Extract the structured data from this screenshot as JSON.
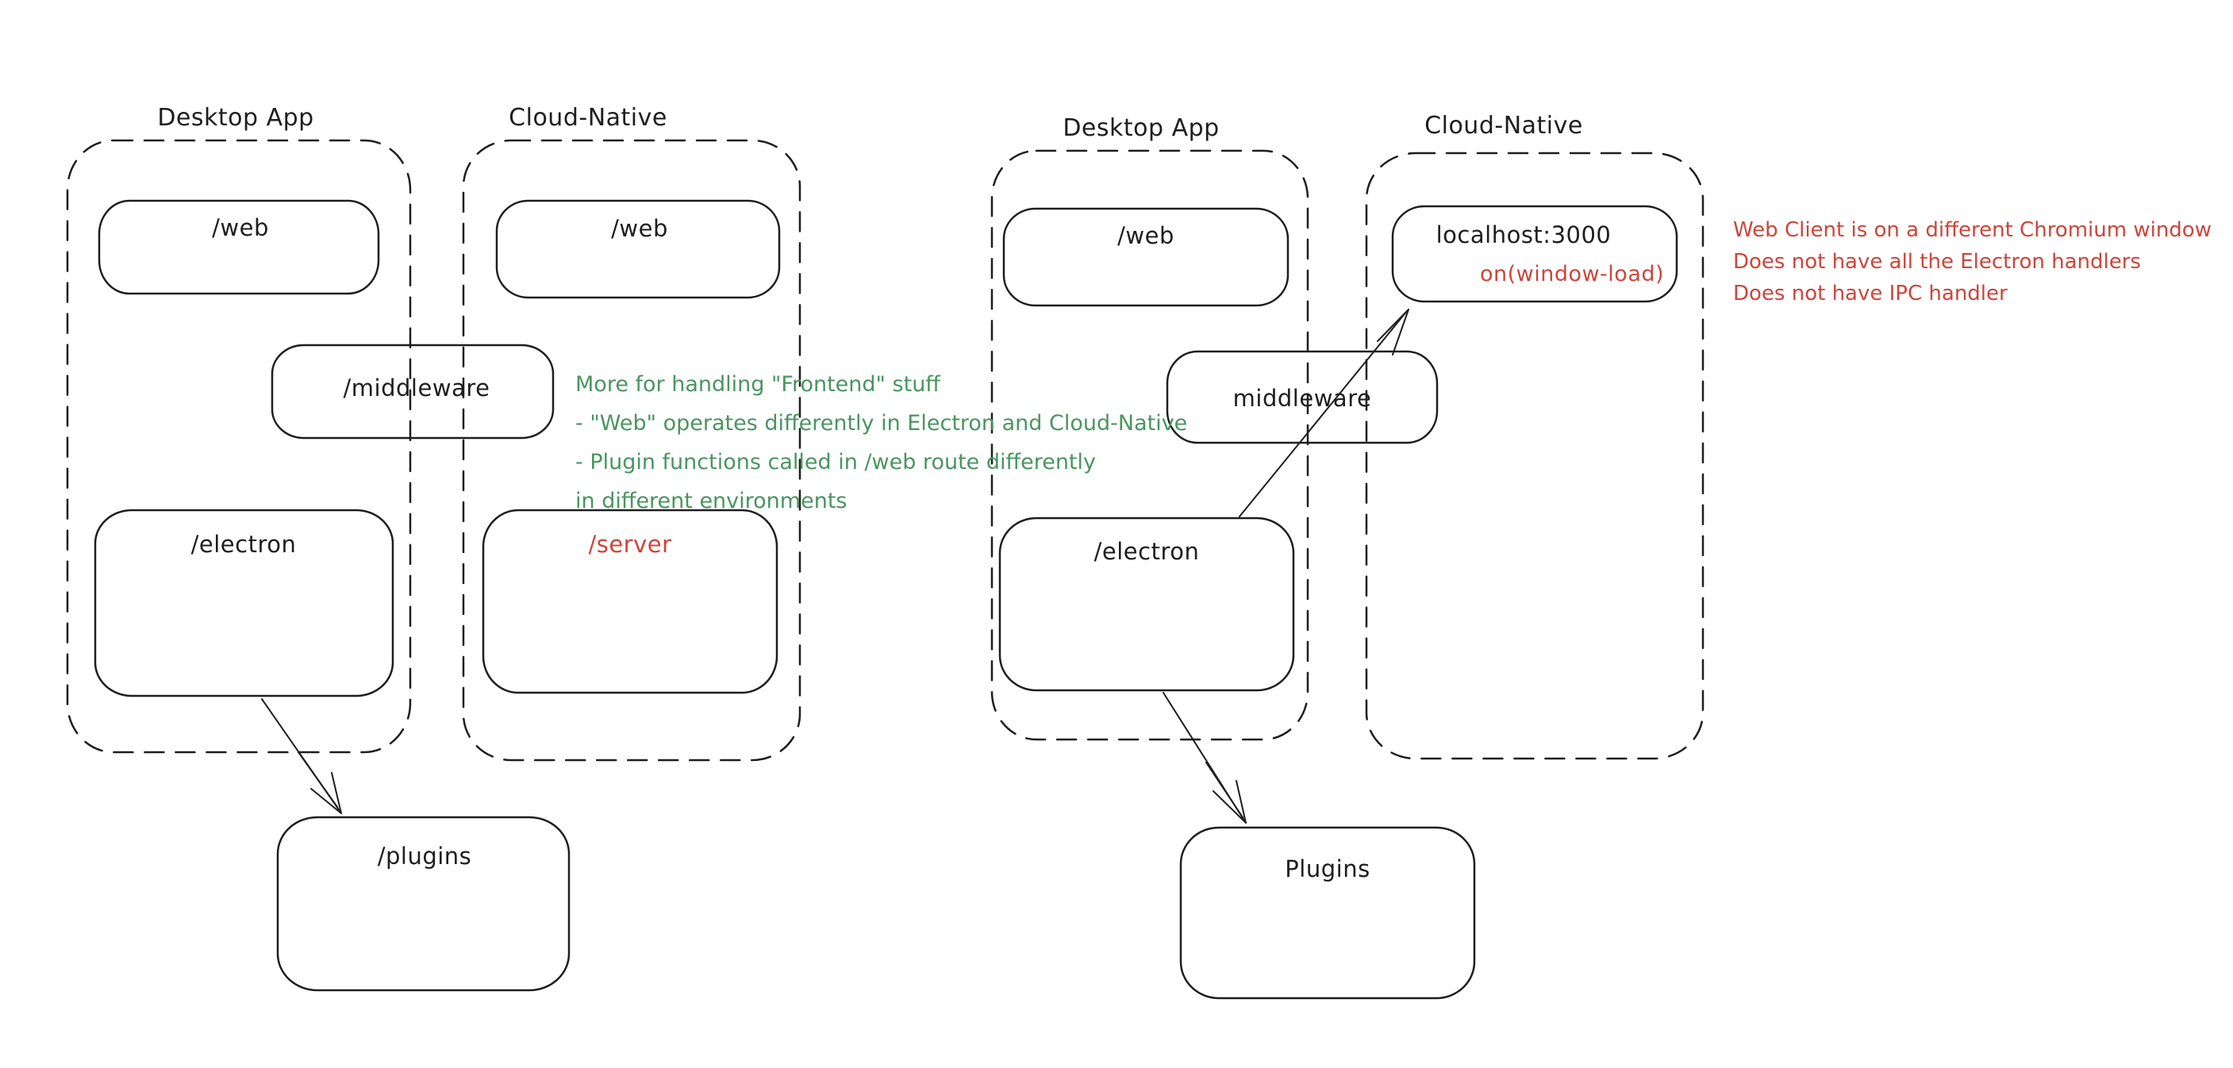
{
  "colors": {
    "ink": "#1e1e1e",
    "red": "#cd453b",
    "green": "#4a9560",
    "background": "#ffffff"
  },
  "left": {
    "desktop_label": "Desktop App",
    "cloud_label": "Cloud-Native",
    "boxes": {
      "web_desktop": "/web",
      "web_cloud": "/web",
      "middleware": "/middleware",
      "electron": "/electron",
      "server": "/server",
      "plugins": "/plugins"
    },
    "note": [
      "More for handling \"Frontend\" stuff",
      "- \"Web\" operates differently in Electron and Cloud-Native",
      "- Plugin functions called in /web route differently",
      "in different environments"
    ]
  },
  "right": {
    "desktop_label": "Desktop App",
    "cloud_label": "Cloud-Native",
    "boxes": {
      "web_desktop": "/web",
      "middleware": "middleware",
      "electron": "/electron",
      "localhost_title": "localhost:3000",
      "localhost_event": "on(window-load)",
      "plugins": "Plugins"
    },
    "note": [
      "Web Client is on a different Chromium window",
      "Does not have all the Electron handlers",
      "Does not have IPC handler"
    ]
  }
}
